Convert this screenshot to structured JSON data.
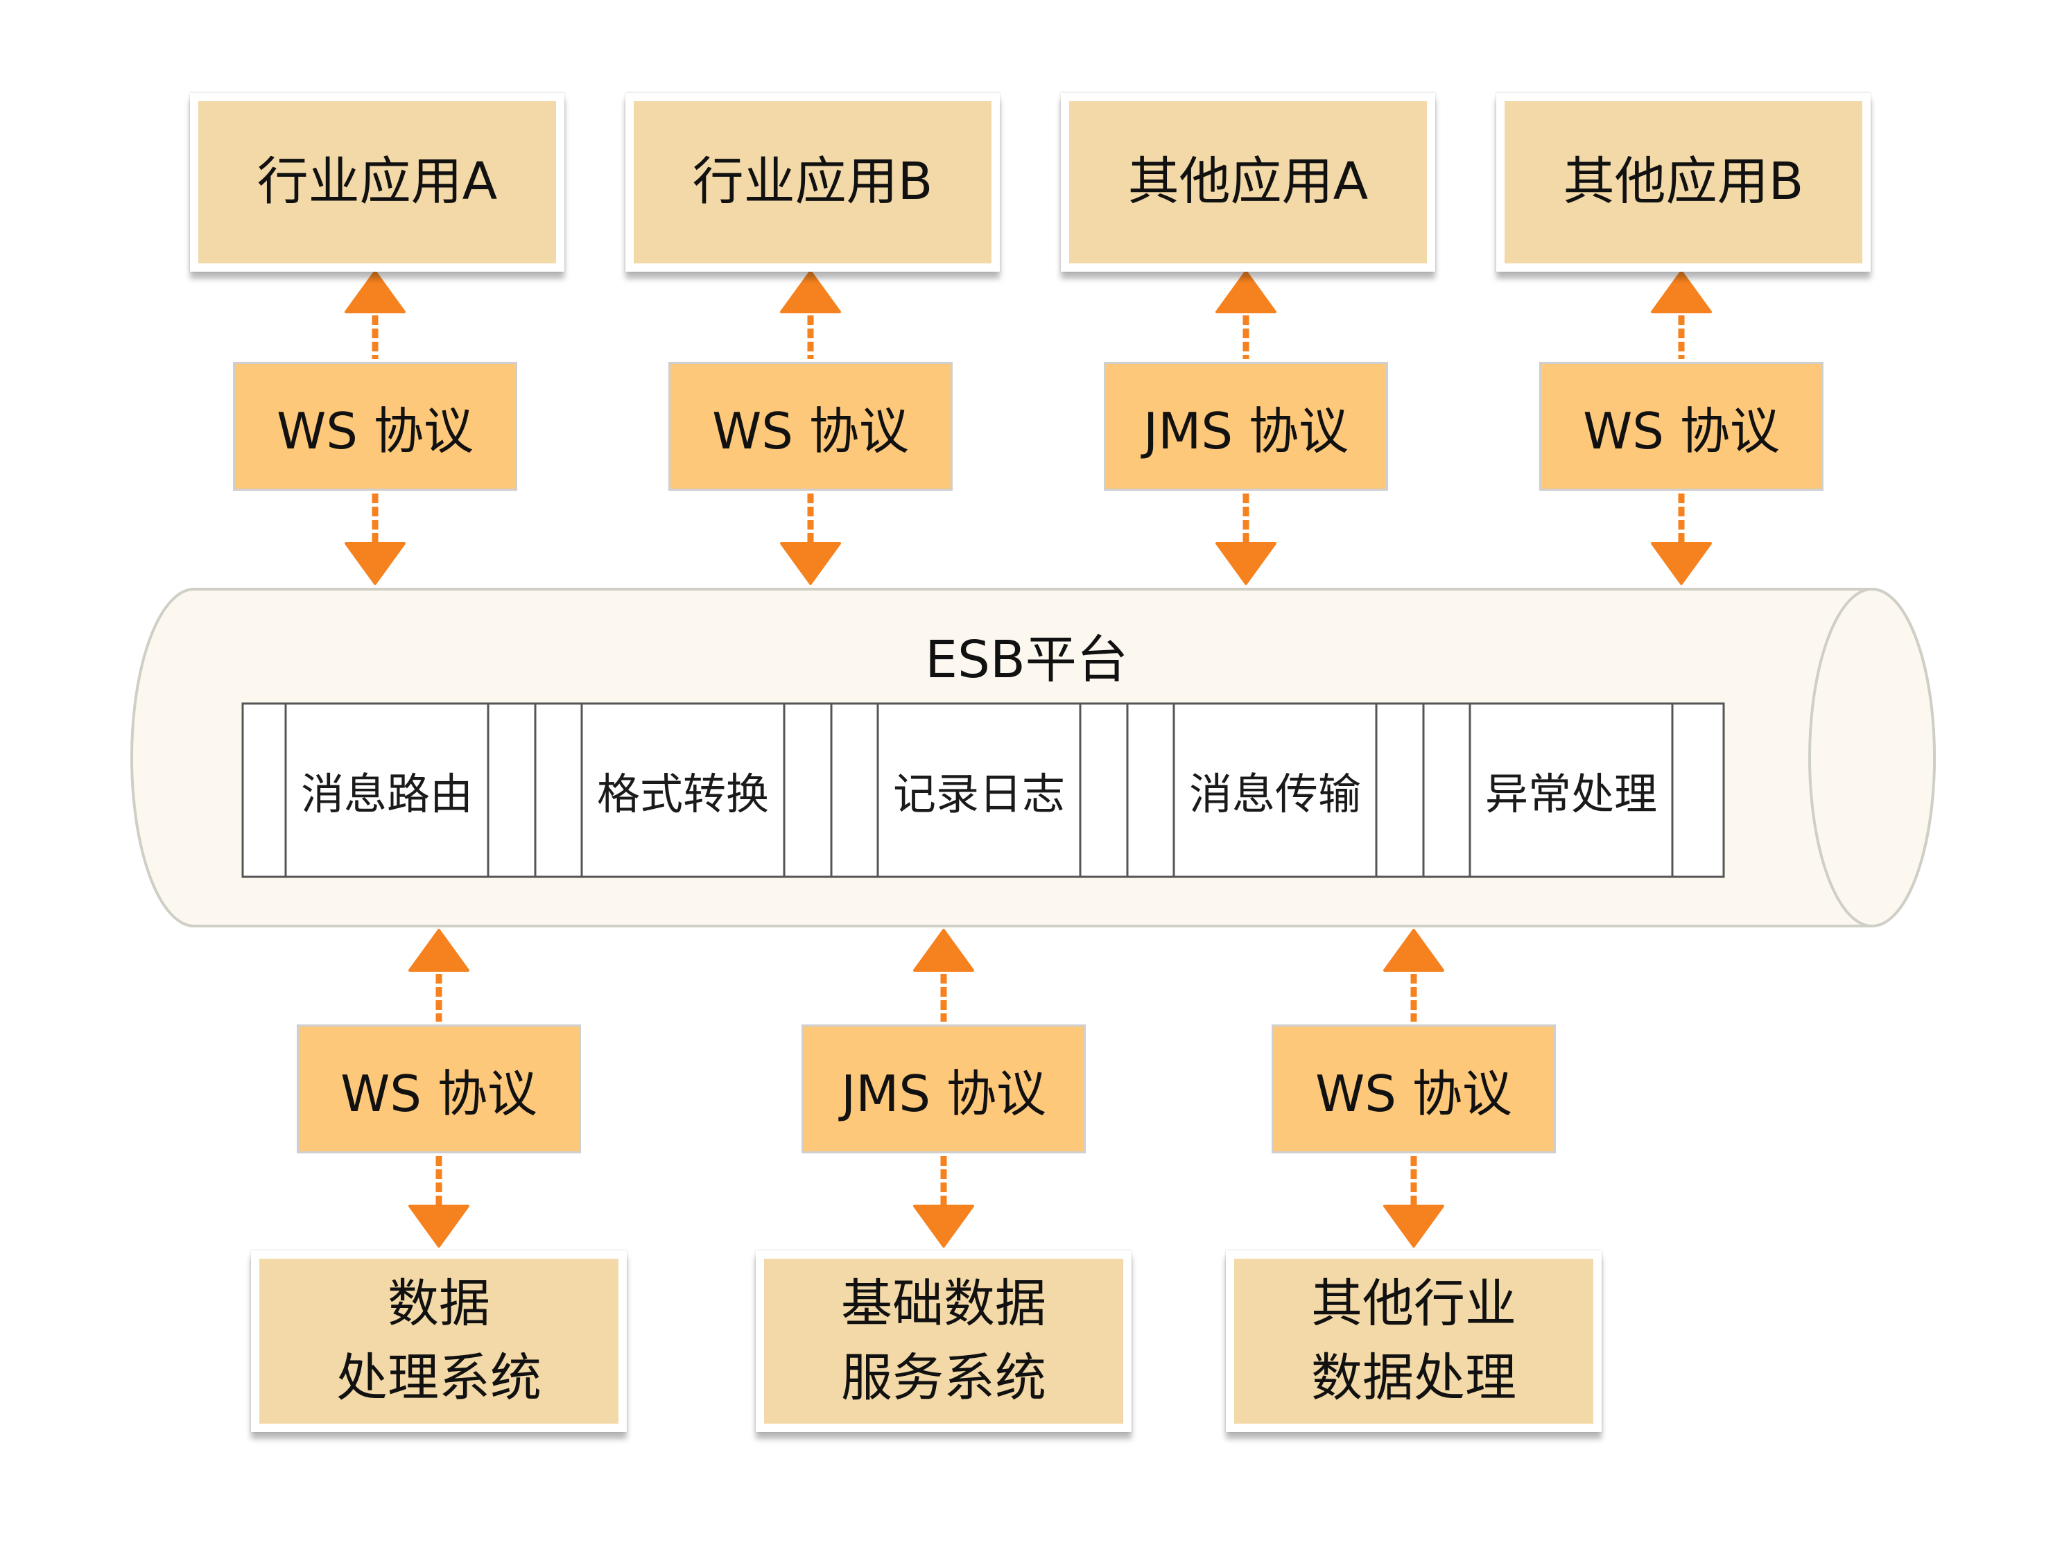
{
  "colors": {
    "app_fill": "#f3d9a7",
    "protocol_fill": "#fdc87a",
    "arrow": "#f5821f",
    "cylinder_fill": "#fcf8ef",
    "cylinder_stroke": "#cfcfc6"
  },
  "top_apps": [
    {
      "label": "行业应用A",
      "protocol": "WS 协议"
    },
    {
      "label": "行业应用B",
      "protocol": "WS 协议"
    },
    {
      "label": "其他应用A",
      "protocol": "JMS 协议"
    },
    {
      "label": "其他应用B",
      "protocol": "WS 协议"
    }
  ],
  "esb": {
    "title": "ESB平台",
    "modules": [
      "消息路由",
      "格式转换",
      "记录日志",
      "消息传输",
      "异常处理"
    ]
  },
  "bottom_systems": [
    {
      "label": "数据\n处理系统",
      "protocol": "WS 协议"
    },
    {
      "label": "基础数据\n服务系统",
      "protocol": "JMS 协议"
    },
    {
      "label": "其他行业\n数据处理",
      "protocol": "WS 协议"
    }
  ]
}
